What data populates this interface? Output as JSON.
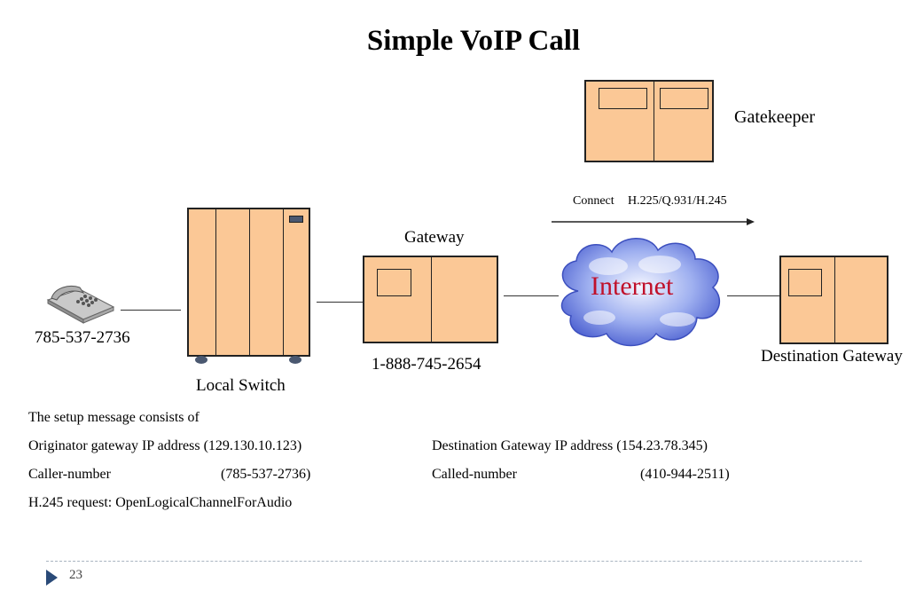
{
  "slide": {
    "title": "Simple VoIP Call",
    "page_number": "23"
  },
  "diagram": {
    "gatekeeper_label": "Gatekeeper",
    "connect_label": "Connect",
    "protocol_label": "H.225/Q.931/H.245",
    "gateway_label": "Gateway",
    "gateway_number": "1-888-745-2654",
    "internet_label": "Internet",
    "destination_label": "Destination Gateway",
    "phone_number": "785-537-2736",
    "local_switch_label": "Local Switch"
  },
  "details": {
    "intro": "The setup message consists of",
    "originator": "Originator gateway IP address (129.130.10.123)",
    "caller_label": "Caller-number",
    "caller_value": "(785-537-2736)",
    "h245": "H.245 request: OpenLogicalChannelForAudio",
    "destination_ip": "Destination Gateway IP address (154.23.78.345)",
    "called_label": "Called-number",
    "called_value": "(410-944-2511)"
  },
  "colors": {
    "device_fill": "#fbc896",
    "internet_text": "#c0102a",
    "cloud": "#5a6fd8",
    "bullet": "#2a4a78"
  }
}
